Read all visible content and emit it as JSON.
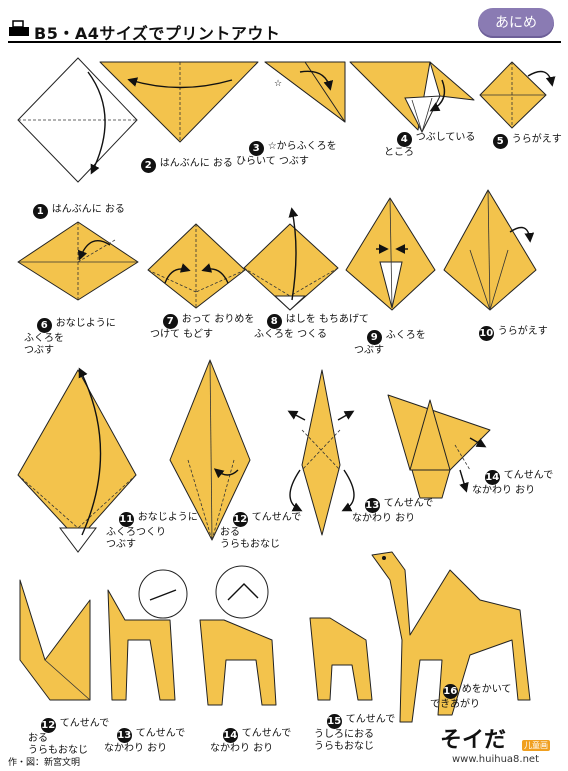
{
  "header": {
    "title": "B5・A4サイズでプリントアウト",
    "badge": "あにめ"
  },
  "colors": {
    "paper": "#f3c34c",
    "badge": "#8a7bb3",
    "outline": "#222222"
  },
  "steps": [
    {
      "num": "1",
      "text": "はんぶんに おる"
    },
    {
      "num": "2",
      "text": "はんぶんに おる"
    },
    {
      "num": "3",
      "text": "☆からふくろを\nひらいて つぶす"
    },
    {
      "num": "4",
      "text": "つぶしている\nところ"
    },
    {
      "num": "5",
      "text": "うらがえす"
    },
    {
      "num": "6",
      "text": "おなじように\nふくろを\nつぶす"
    },
    {
      "num": "7",
      "text": "おって おりめを\nつけて もどす"
    },
    {
      "num": "8",
      "text": "はしを もちあげて\nふくろを つくる"
    },
    {
      "num": "9",
      "text": "ふくろを\nつぶす"
    },
    {
      "num": "10",
      "text": "うらがえす"
    },
    {
      "num": "11",
      "text": "おなじように\nふくろつくり\nつぶす"
    },
    {
      "num": "12",
      "text": "てんせんで\nおる\nうらもおなじ"
    },
    {
      "num": "13",
      "text": "てんせんで\nなかわり おり"
    },
    {
      "num": "14",
      "text": "てんせんで\nなかわり おり"
    },
    {
      "num": "12",
      "text": "てんせんで\nおる\nうらもおなじ"
    },
    {
      "num": "13",
      "text": "てんせんで\nなかわり おり"
    },
    {
      "num": "14",
      "text": "てんせんで\nなかわり おり"
    },
    {
      "num": "15",
      "text": "てんせんで\nうしろにおる\nうらもおなじ"
    },
    {
      "num": "16",
      "text": "めをかいて\nできあがり"
    }
  ],
  "footer": {
    "credit": "作・図：新宮文明",
    "logo": "そイだ",
    "logo_tag": "儿童画",
    "url": "www.huihua8.net"
  }
}
